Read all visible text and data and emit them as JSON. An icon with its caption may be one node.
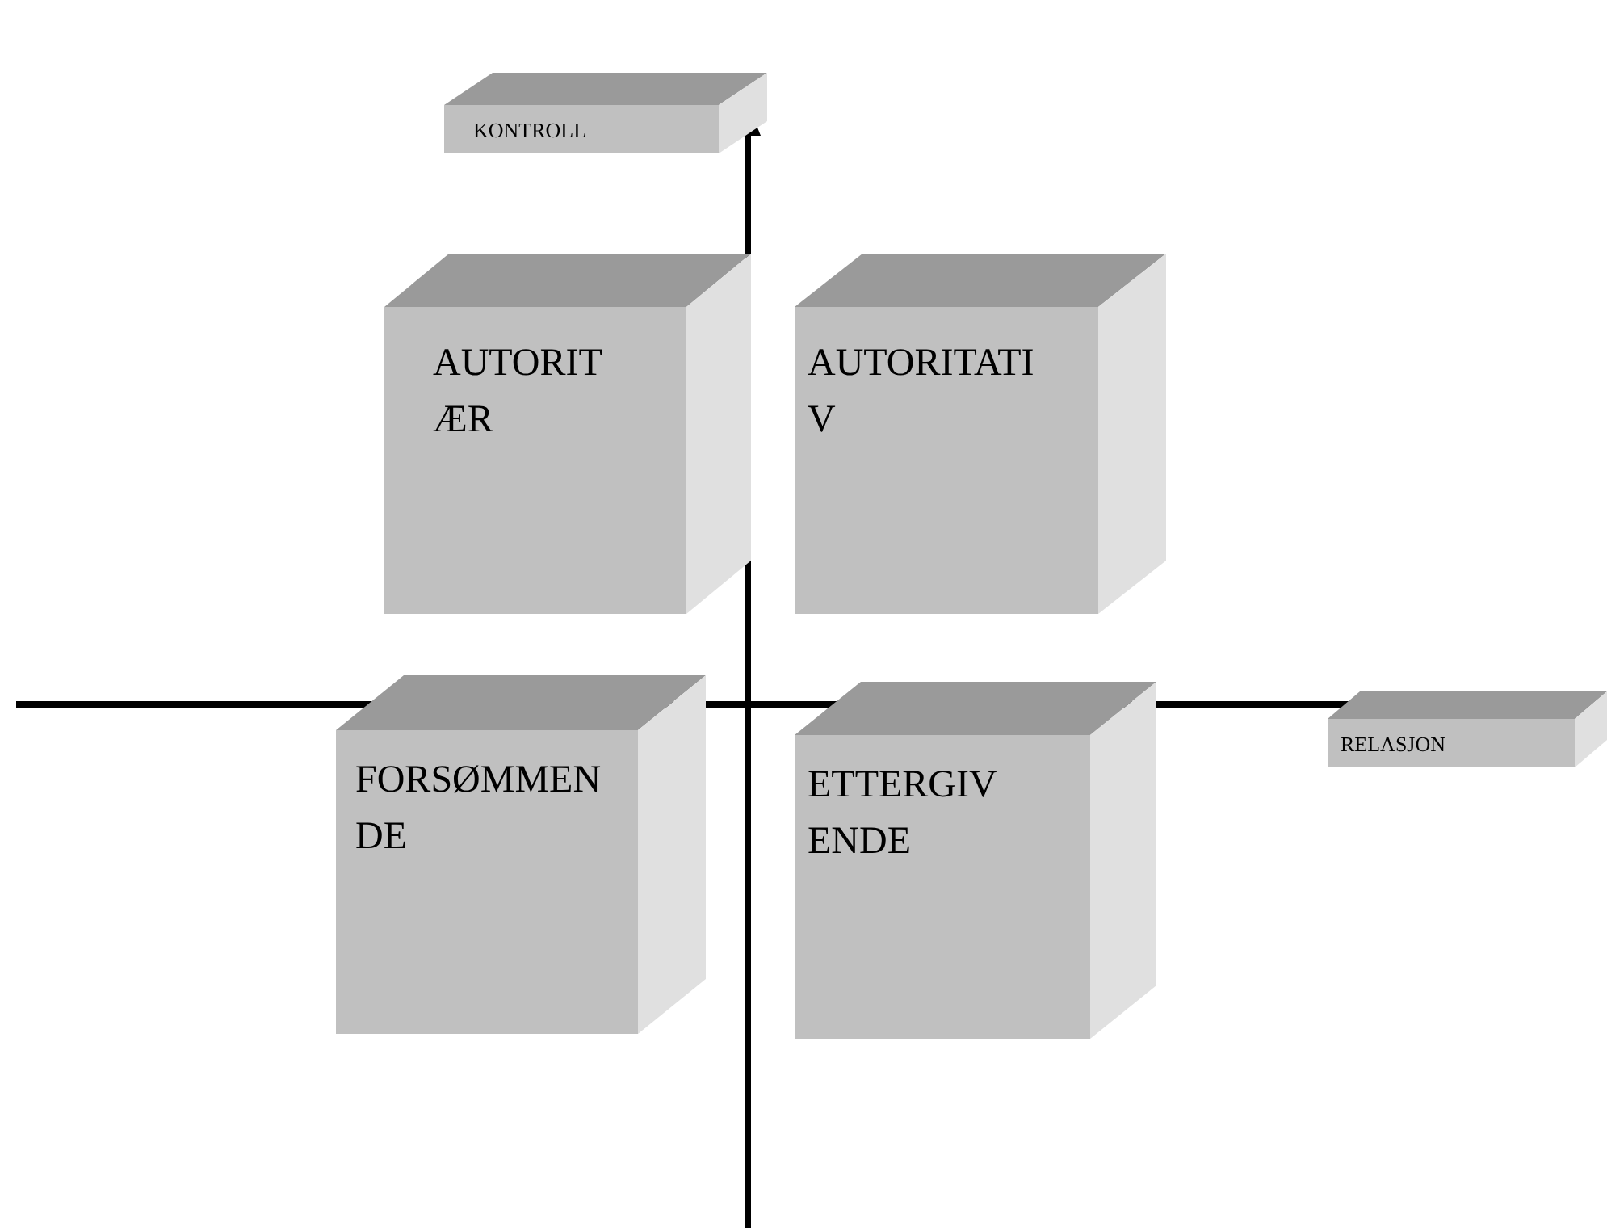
{
  "diagram": {
    "nodes": [
      {
        "text": [
          "KONTROLL"
        ]
      },
      {
        "text": [
          "AUTORITÆR"
        ]
      },
      {
        "text": [
          "AUTORITATIV"
        ]
      },
      {
        "text": [
          "FORSØMMENDE"
        ]
      },
      {
        "text": [
          "ETTERGIVENDE"
        ]
      },
      {
        "text": [
          "RELASJON"
        ]
      }
    ]
  }
}
